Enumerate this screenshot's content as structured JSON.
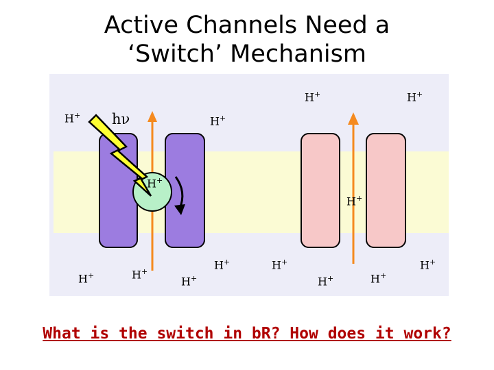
{
  "title": {
    "line1": "Active Channels Need a",
    "line2": "‘Switch’ Mechanism"
  },
  "diagram": {
    "photon_label": "hν",
    "proton_label": "H",
    "proton_charge": "+",
    "center_ion": "H",
    "center_ion_charge": "+"
  },
  "question": "What is the switch in bR? How does it work?",
  "colors": {
    "panel": "#ededf8",
    "membrane": "#fbfbd4",
    "purple_protein": "#9c7ce0",
    "pink_protein": "#f7c8c8",
    "arrow": "#f58a1f",
    "lightning": "#ffff33",
    "ion": "#b8f0c8",
    "question_text": "#b00000"
  },
  "icons": [
    "lightning-bolt-icon",
    "rotation-arrow-icon",
    "proton-flow-arrow-icon"
  ]
}
